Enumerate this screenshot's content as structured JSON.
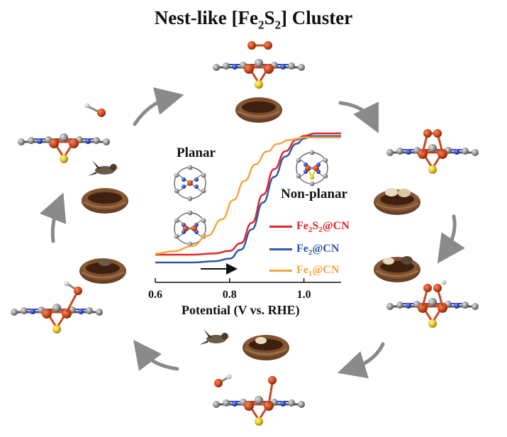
{
  "title": {
    "main": "Nest-like [Fe",
    "sub1": "2",
    "mid": "S",
    "sub2": "2",
    "end": "] Cluster"
  },
  "labels": {
    "planar": "Planar",
    "non_planar": "Non-planar"
  },
  "colors": {
    "fe2s2": "#e0262b",
    "fe2": "#2f58a8",
    "fe1": "#f4a640",
    "arrow": "#8a8a8a",
    "iron": "#c9471f",
    "sulfur": "#e2c21a",
    "carbon": "#8f8f8f",
    "nitrogen": "#2a48c8",
    "nest": "#7a4a2a"
  },
  "chart_data": {
    "type": "line",
    "xlabel": "Potential (V vs. RHE)",
    "ylabel": "",
    "xlim": [
      0.6,
      1.1
    ],
    "xticks": [
      0.6,
      0.8,
      1.0
    ],
    "xtick_labels": [
      "0.6",
      "0.8",
      "1.0"
    ],
    "series": [
      {
        "name": "Fe2S2@CN",
        "name_main": "Fe",
        "name_sub1": "2",
        "name_mid": "S",
        "name_sub2": "2",
        "name_end": "@CN",
        "color": "#e0262b",
        "x": [
          0.6,
          0.7,
          0.76,
          0.8,
          0.83,
          0.86,
          0.89,
          0.92,
          0.95,
          0.98,
          1.0,
          1.03,
          1.1
        ],
        "y": [
          0.05,
          0.05,
          0.06,
          0.08,
          0.14,
          0.3,
          0.52,
          0.72,
          0.86,
          0.95,
          0.98,
          1.0,
          1.0
        ]
      },
      {
        "name": "Fe2@CN",
        "name_main": "Fe",
        "name_sub1": "2",
        "name_end": "@CN",
        "color": "#2f58a8",
        "x": [
          0.6,
          0.7,
          0.76,
          0.8,
          0.83,
          0.86,
          0.89,
          0.92,
          0.95,
          0.98,
          1.0,
          1.02,
          1.1
        ],
        "y": [
          0.0,
          0.0,
          0.01,
          0.03,
          0.1,
          0.26,
          0.47,
          0.67,
          0.83,
          0.93,
          0.97,
          0.99,
          0.99
        ]
      },
      {
        "name": "Fe1@CN",
        "name_main": "Fe",
        "name_sub1": "1",
        "name_end": "@CN",
        "color": "#f4a640",
        "x": [
          0.6,
          0.65,
          0.7,
          0.74,
          0.78,
          0.81,
          0.84,
          0.87,
          0.9,
          0.93,
          0.96,
          1.0,
          1.1
        ],
        "y": [
          0.08,
          0.1,
          0.14,
          0.22,
          0.35,
          0.5,
          0.65,
          0.78,
          0.88,
          0.94,
          0.97,
          0.99,
          0.99
        ]
      }
    ],
    "scan_arrow": "right"
  }
}
